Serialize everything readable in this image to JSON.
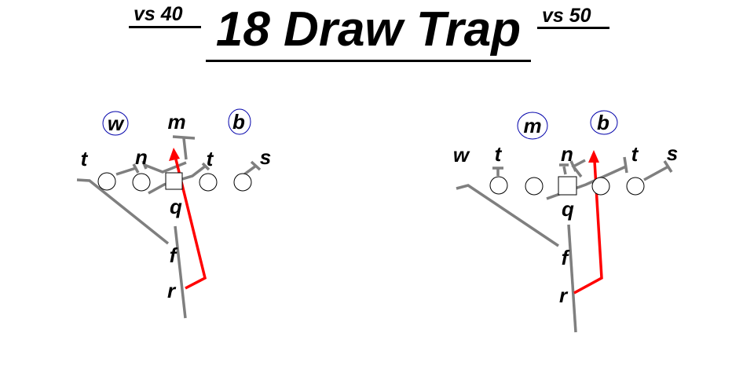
{
  "title": "18 Draw Trap",
  "subtitle_left": "vs 40",
  "subtitle_right": "vs 50",
  "colors": {
    "block_line": "#7f7f7f",
    "run_path": "#ff0000",
    "defender_circle": "#0000aa",
    "player_outline": "#000000"
  },
  "diagrams": [
    {
      "name": "vs 40",
      "defense_labels": [
        {
          "text": "w",
          "circled": true
        },
        {
          "text": "m",
          "circled": false
        },
        {
          "text": "b",
          "circled": true
        },
        {
          "text": "t",
          "circled": false
        },
        {
          "text": "n",
          "circled": false
        },
        {
          "text": "t",
          "circled": false
        },
        {
          "text": "s",
          "circled": false
        }
      ],
      "backfield_labels": [
        "q",
        "f",
        "r"
      ]
    },
    {
      "name": "vs 50",
      "defense_labels": [
        {
          "text": "m",
          "circled": true
        },
        {
          "text": "b",
          "circled": true
        },
        {
          "text": "w",
          "circled": false
        },
        {
          "text": "t",
          "circled": false
        },
        {
          "text": "n",
          "circled": false
        },
        {
          "text": "t",
          "circled": false
        },
        {
          "text": "s",
          "circled": false
        }
      ],
      "backfield_labels": [
        "q",
        "f",
        "r"
      ]
    }
  ]
}
